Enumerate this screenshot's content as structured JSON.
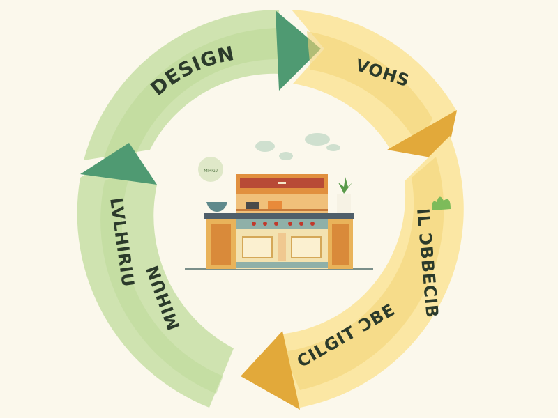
{
  "diagram": {
    "stages": [
      {
        "label": "DESIGN"
      },
      {
        "label": "VOHS"
      },
      {
        "label": "IL ƆBBECIB"
      },
      {
        "label": "CILGIT ƆBE"
      },
      {
        "label": "MIHUN"
      },
      {
        "label": "LVLHIRIU"
      }
    ],
    "center_badge": "ᴍᴍɢᴊ",
    "colors": {
      "green_light": "#cfe3b0",
      "green_mid": "#b5d38f",
      "green_dark": "#4f9a72",
      "yellow_light": "#fbe7a4",
      "yellow_mid": "#f3d57a",
      "yellow_dark": "#e2a93a",
      "background": "#fbf8ec"
    }
  }
}
